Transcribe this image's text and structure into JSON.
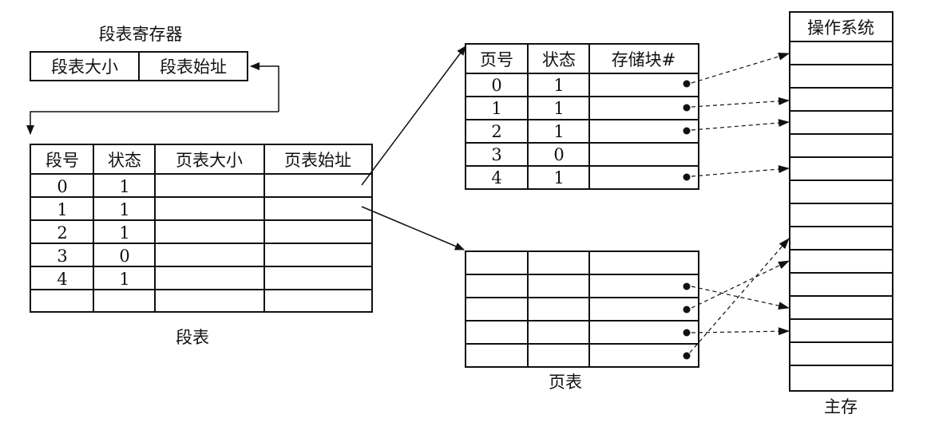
{
  "register": {
    "title": "段表寄存器",
    "cells": [
      "段表大小",
      "段表始址"
    ]
  },
  "segment_table": {
    "caption": "段表",
    "headers": [
      "段号",
      "状态",
      "页表大小",
      "页表始址"
    ],
    "rows": [
      [
        "0",
        "1"
      ],
      [
        "1",
        "1"
      ],
      [
        "2",
        "1"
      ],
      [
        "3",
        "0"
      ],
      [
        "4",
        "1"
      ],
      [
        "",
        ""
      ]
    ]
  },
  "page_table_1": {
    "headers": [
      "页号",
      "状态",
      "存储块#"
    ],
    "rows": [
      [
        "0",
        "1"
      ],
      [
        "1",
        "1"
      ],
      [
        "2",
        "1"
      ],
      [
        "3",
        "0"
      ],
      [
        "4",
        "1"
      ]
    ]
  },
  "page_table_2": {
    "caption": "页表"
  },
  "memory": {
    "header": "操作系统",
    "caption": "主存"
  }
}
